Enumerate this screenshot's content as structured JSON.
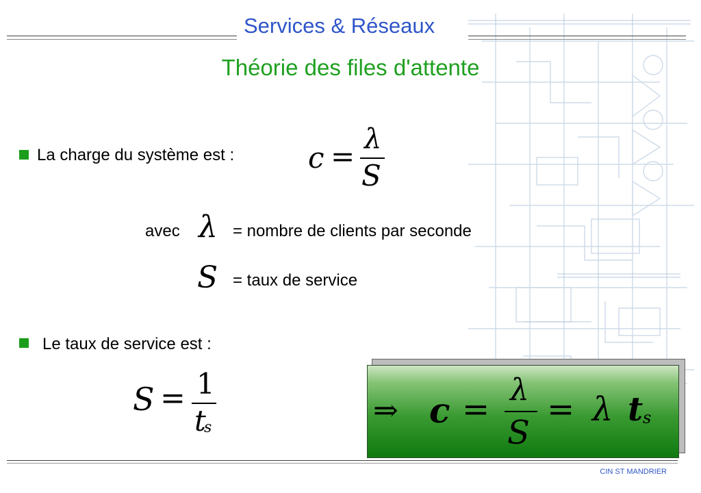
{
  "header": {
    "title": "Services & Réseaux"
  },
  "slide": {
    "subtitle": "Théorie des files d'attente"
  },
  "bullet1": {
    "text": "La charge du système est :"
  },
  "formula1": {
    "lhs": "c",
    "eq": "=",
    "num": "λ",
    "den": "S"
  },
  "defs": [
    {
      "prefix": "avec",
      "symbol": "λ",
      "text": "= nombre de clients par seconde"
    },
    {
      "prefix": "",
      "symbol": "S",
      "text": "= taux de service"
    }
  ],
  "bullet2": {
    "text": "Le taux de service est :"
  },
  "formula2": {
    "lhs": "S",
    "eq": "=",
    "num": "1",
    "den": "t",
    "den_sub": "s"
  },
  "result": {
    "arrow": "⇒",
    "c": "c",
    "eq1": "=",
    "num": "λ",
    "den": "S",
    "eq2": "=",
    "lambda": "λ",
    "t": "t",
    "sub": "s"
  },
  "footer": {
    "text": "CIN ST MANDRIER"
  },
  "colors": {
    "header": "#2e55c8",
    "subtitle": "#1fa020",
    "bullet": "#1b9d1b",
    "box_dark": "#0f7a0f"
  }
}
